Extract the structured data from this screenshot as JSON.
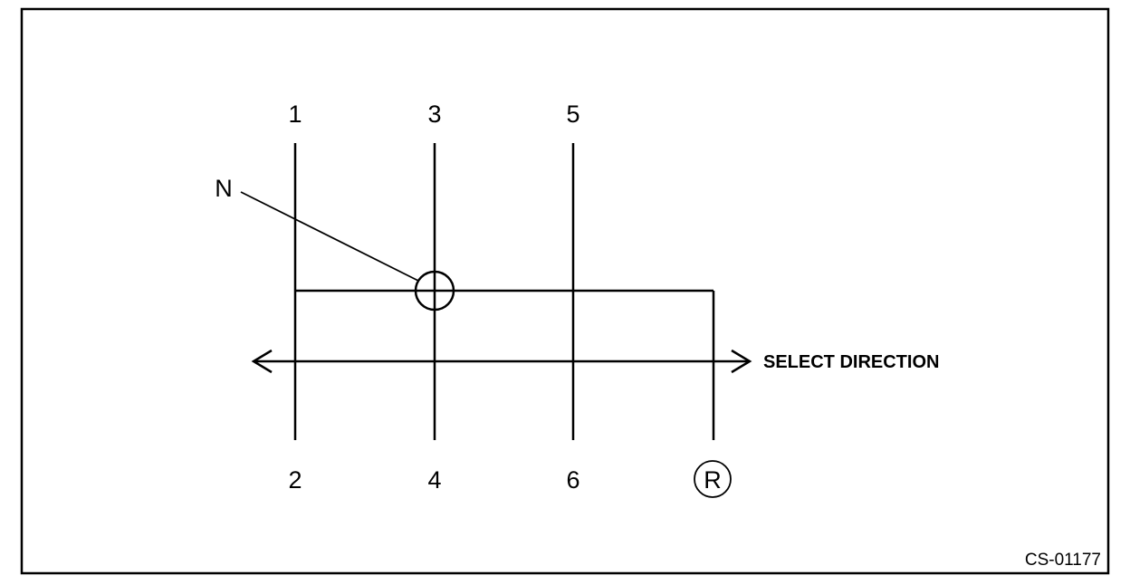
{
  "gears": {
    "g1": "1",
    "g2": "2",
    "g3": "3",
    "g4": "4",
    "g5": "5",
    "g6": "6",
    "reverse": "R"
  },
  "neutral_label": "N",
  "select_direction_label": "SELECT DIRECTION",
  "figure_code": "CS-01177"
}
